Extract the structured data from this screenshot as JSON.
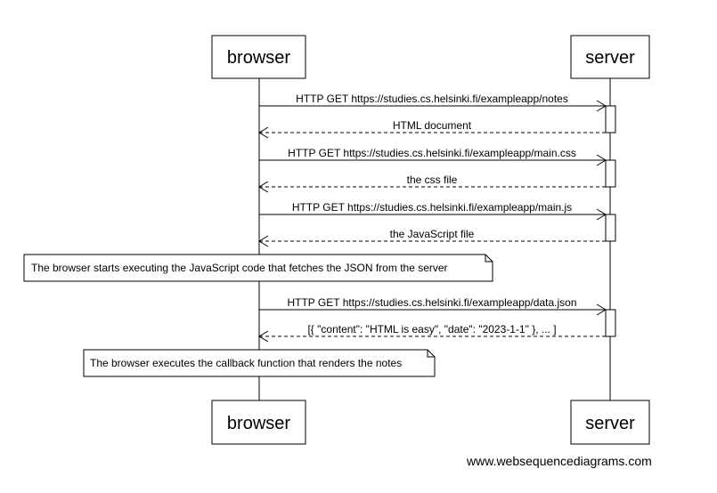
{
  "participants": {
    "browser": "browser",
    "server": "server"
  },
  "messages": [
    {
      "from": "browser",
      "to": "server",
      "style": "solid",
      "label": "HTTP GET https://studies.cs.helsinki.fi/exampleapp/notes"
    },
    {
      "from": "server",
      "to": "browser",
      "style": "dashed",
      "label": "HTML document"
    },
    {
      "from": "browser",
      "to": "server",
      "style": "solid",
      "label": "HTTP GET https://studies.cs.helsinki.fi/exampleapp/main.css"
    },
    {
      "from": "server",
      "to": "browser",
      "style": "dashed",
      "label": "the css file"
    },
    {
      "from": "browser",
      "to": "server",
      "style": "solid",
      "label": "HTTP GET https://studies.cs.helsinki.fi/exampleapp/main.js"
    },
    {
      "from": "server",
      "to": "browser",
      "style": "dashed",
      "label": "the JavaScript file"
    },
    {
      "from": "browser",
      "to": "server",
      "style": "solid",
      "label": "HTTP GET https://studies.cs.helsinki.fi/exampleapp/data.json"
    },
    {
      "from": "server",
      "to": "browser",
      "style": "dashed",
      "label": "[{ \"content\": \"HTML is easy\", \"date\": \"2023-1-1\" }, ... ]"
    }
  ],
  "notes": [
    "The browser starts executing the JavaScript code that fetches the JSON from the server",
    "The browser executes the callback function that renders the notes"
  ],
  "watermark": "www.websequencediagrams.com"
}
